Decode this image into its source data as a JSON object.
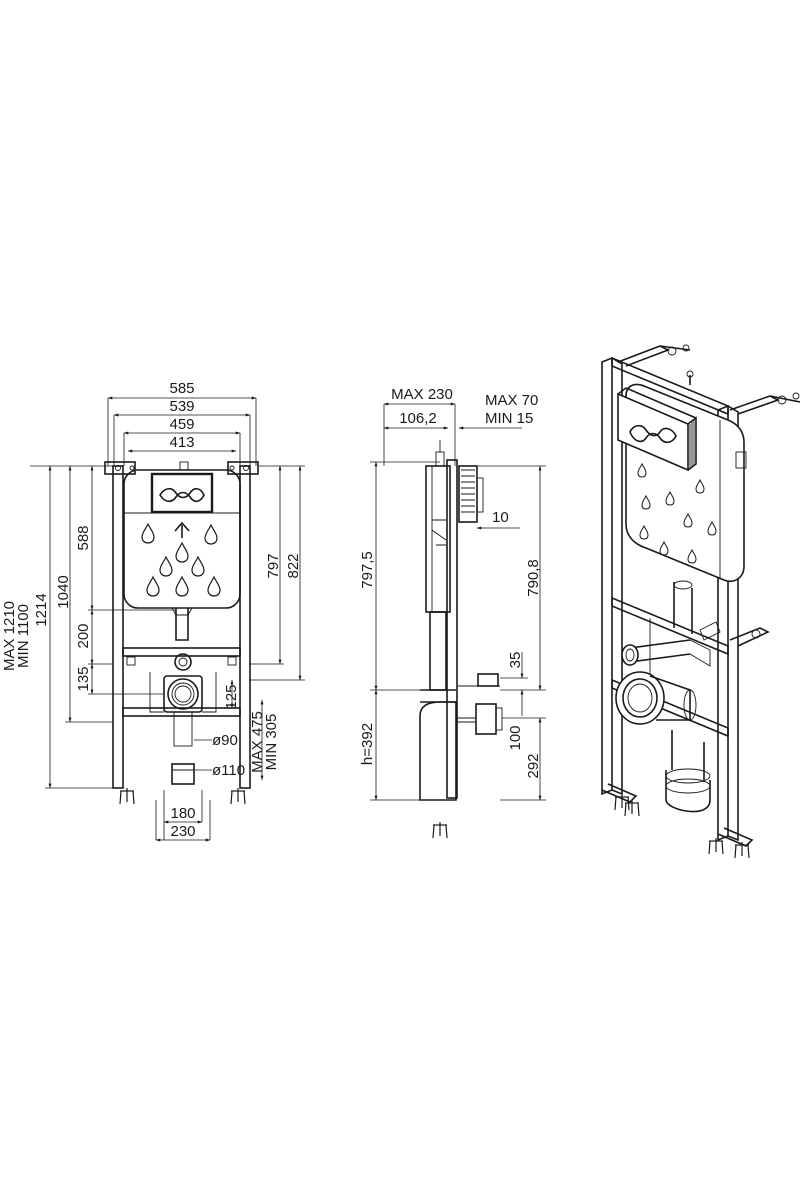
{
  "front_view": {
    "widths": {
      "w585": "585",
      "w539": "539",
      "w459": "459",
      "w413": "413",
      "w180": "180",
      "w230": "230"
    },
    "heights_left": {
      "h588": "588",
      "h1040": "1040",
      "h1214": "1214",
      "max1210": "MAX 1210",
      "min1100": "MIN 1100",
      "h200": "200",
      "h135": "135"
    },
    "heights_right": {
      "h797": "797",
      "h822": "822",
      "h125": "125",
      "max475": "MAX 475",
      "min305": "MIN 305"
    },
    "diameters": {
      "d90": "ø90",
      "d110": "ø110"
    }
  },
  "side_view": {
    "max230": "MAX 230",
    "d106": "106,2",
    "max70": "MAX 70",
    "min15": "MIN 15",
    "d10": "10",
    "d797_5": "797,5",
    "d790_8": "790,8",
    "d35": "35",
    "h392": "h=392",
    "d100": "100",
    "d292": "292"
  },
  "iso_view": {
    "icons": [
      "water-drop-icon",
      "flush-plate-logo-icon"
    ]
  },
  "colors": {
    "line": "#1a1a1a",
    "background": "#ffffff"
  }
}
